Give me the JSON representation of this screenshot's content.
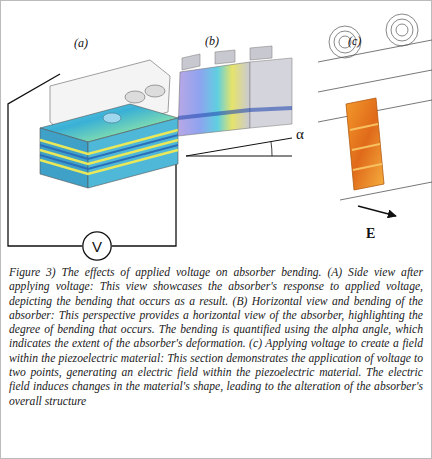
{
  "diagram": {
    "caption": "Figure 3) The effects of applied voltage on absorber bending. (A) Side view after applying voltage: This view showcases the absorber's response to applied voltage, depicting the bending that occurs as a result. (B) Horizontal view and bending of the absorber: This perspective provides a horizontal view of the absorber, highlighting the degree of bending that occurs. The bending is quantified using the alpha angle, which indicates the extent of the absorber's deformation. (c) Applying voltage to create a field within the piezoelectric material: This section demonstrates the application of voltage to two points, generating an electric field within the piezoelectric material. The electric field induces changes in the material's shape, leading to the alteration of the absorber's overall structure",
    "nodes": [
      {
        "text": [
          "V"
        ]
      }
    ],
    "labels": [
      "(a)",
      "(b)",
      "(c)",
      "α",
      "E"
    ]
  }
}
